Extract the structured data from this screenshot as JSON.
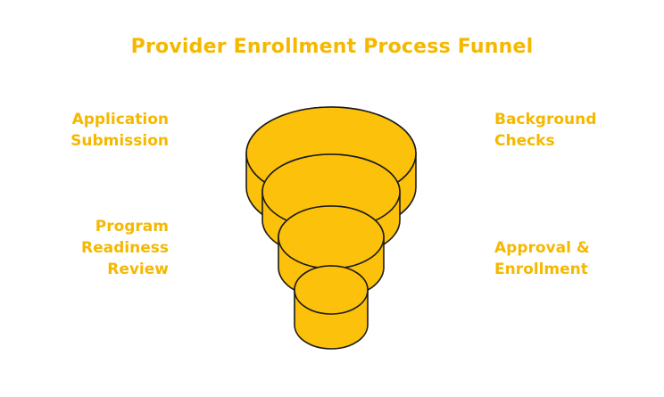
{
  "title": "Provider Enrollment Process Funnel",
  "stages": [
    {
      "lines": [
        "Application",
        "Submission"
      ],
      "side": "left"
    },
    {
      "lines": [
        "Program",
        "Readiness",
        "Review"
      ],
      "side": "left"
    },
    {
      "lines": [
        "Background",
        "Checks"
      ],
      "side": "right"
    },
    {
      "lines": [
        "Approval &",
        "Enrollment"
      ],
      "side": "right"
    }
  ],
  "colors": {
    "fill": "#fcc10a",
    "stroke": "#1a1a1a",
    "text": "#f5b800"
  }
}
